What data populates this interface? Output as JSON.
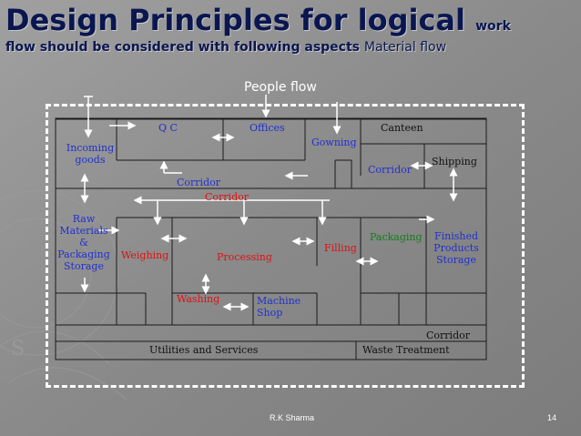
{
  "slide": {
    "title_line1_main": "Design Principles for logical",
    "title_line1_small": "work",
    "title_line2_bold": "flow should be considered with following aspects",
    "title_line2_normal": "Material flow",
    "people_flow": "People flow",
    "footer_author": "R.K Sharma",
    "page_number": "14"
  },
  "rooms": {
    "qc": "Q C",
    "offices": "Offices",
    "canteen": "Canteen",
    "gowning": "Gowning",
    "incoming_1": "Incoming",
    "incoming_2": "goods",
    "shipping": "Shipping",
    "corridor_upper": "Corridor",
    "corridor_right": "Corridor",
    "corridor_red": "Corridor",
    "raw_1": "Raw",
    "raw_2": "Materials",
    "raw_3": "&",
    "raw_4": "Packaging",
    "raw_5": "Storage",
    "weighing": "Weighing",
    "processing": "Processing",
    "filling": "Filling",
    "packaging": "Packaging",
    "finished_1": "Finished",
    "finished_2": "Products",
    "finished_3": "Storage",
    "washing": "Washing",
    "machine_1": "Machine",
    "machine_2": "Shop",
    "corridor_bottom": "Corridor",
    "utilities": "Utilities and Services",
    "waste": "Waste Treatment"
  },
  "colors": {
    "background": "#8c8c8c",
    "title": "#0a1650",
    "room_label": "#2030d0",
    "production_label": "#e01010",
    "packaging_label": "#108018"
  },
  "icons": [
    "flow-arrow-icon",
    "double-headed-arrow-icon"
  ]
}
